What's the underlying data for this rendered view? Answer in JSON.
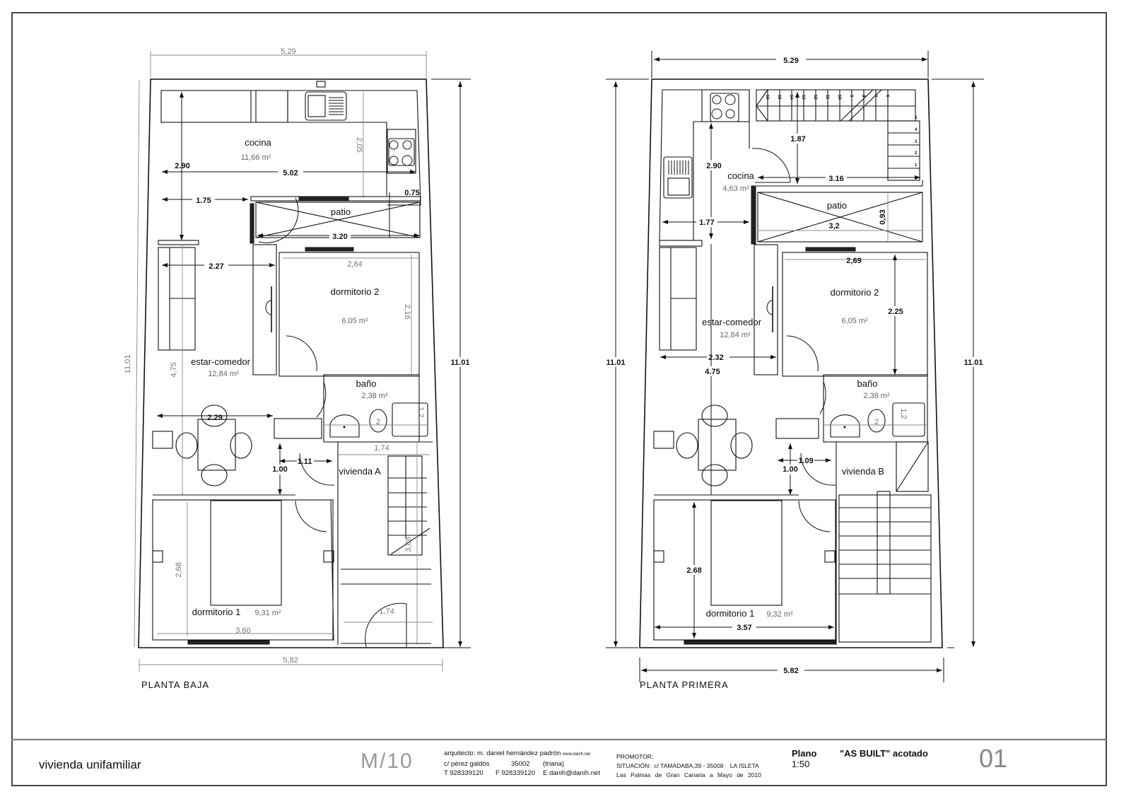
{
  "sheet": {
    "project": "vivienda  unifamiliar",
    "logo": "M/10",
    "architect": {
      "name": "arquitecto: m. daniel hernández padrón",
      "web": "www.danih.net",
      "address": "c/ pérez galdós",
      "postcode": "35002",
      "district": "(triana)",
      "phone": "T 928339120",
      "fax": "F 928339120",
      "email": "E danih@danih.net"
    },
    "promoter": {
      "label": "PROMOTOR:",
      "situacion": "SITUACIÓN:  c/ TAMADABA,39 - 35008    LA ISLETA",
      "place_date": "Las Palmas de Gran Canaria a Mayo de 2010"
    },
    "plano_label": "Plano",
    "scale": "1:50",
    "plan_title": "\"AS BUILT\" acotado",
    "sheet_number": "01"
  },
  "plans": [
    {
      "label": "PLANTA BAJA",
      "unit": "vivienda A",
      "rooms": {
        "cocina": {
          "name": "cocina",
          "area": "11,66  m²"
        },
        "patio": {
          "name": "patio"
        },
        "dormitorio2": {
          "name": "dormitorio 2",
          "area": "6,05  m²"
        },
        "estar": {
          "name": "estar-comedor",
          "area": "12,84  m²"
        },
        "bano": {
          "name": "baño",
          "area": "2,38  m²"
        },
        "dormitorio1": {
          "name": "dormitorio 1",
          "area": "9,31  m²"
        }
      },
      "dims": {
        "top_width": "5,29",
        "bottom_width": "5,82",
        "height_left": "11,01",
        "height_right": "11.01",
        "cocina_height": "2.90",
        "cocina_width": "5.02",
        "cocina_inner": "2,05",
        "patio_offset": "1.75",
        "patio_side": "0.75",
        "patio_width": "3.20",
        "estar_width": "2.27",
        "dorm2_width": "2,84",
        "dorm2_height": "2,16",
        "estar_height": "4,75",
        "dining_width": "2.29",
        "bath_tub": "1,2",
        "wc_label": "2",
        "hall_depth": "1.00",
        "door_width": "1.11",
        "stair_width": "1,74",
        "stair_length": "3,88",
        "entry_width": "1,74",
        "dorm1_height": "2,68",
        "dorm1_width": "3,60"
      }
    },
    {
      "label": "PLANTA PRIMERA",
      "unit": "vivienda B",
      "rooms": {
        "cocina": {
          "name": "cocina",
          "area": "4,63  m²"
        },
        "patio": {
          "name": "patio"
        },
        "dormitorio2": {
          "name": "dormitorio 2",
          "area": "6,05  m²"
        },
        "estar": {
          "name": "estar-comedor",
          "area": "12,84  m²"
        },
        "bano": {
          "name": "baño",
          "area": "2,38  m²"
        },
        "dormitorio1": {
          "name": "dormitorio 1",
          "area": "9,32  m²"
        }
      },
      "dims": {
        "top_width": "5.29",
        "bottom_width": "5.82",
        "height_left": "11.01",
        "height_right": "11.01",
        "cocina_height": "2.90",
        "stair_depth": "1.87",
        "stair_width": "3.16",
        "patio_offset": "1.77",
        "patio_width": "3,2",
        "patio_depth": "0,93",
        "dorm2_width": "2,69",
        "dorm2_height": "2.25",
        "estar_width": "2.32",
        "estar_height": "4.75",
        "bath_tub": "1,2",
        "wc_label": "2",
        "hall_depth": "1.00",
        "door_width": "1.09",
        "dorm1_height": "2.68",
        "dorm1_width": "3.57"
      },
      "stair_steps_top": [
        "16",
        "15",
        "14",
        "13",
        "12",
        "11",
        "10",
        "9",
        "8",
        "7",
        "6"
      ],
      "stair_steps_side": [
        "5",
        "4",
        "3",
        "2",
        "1"
      ]
    }
  ]
}
